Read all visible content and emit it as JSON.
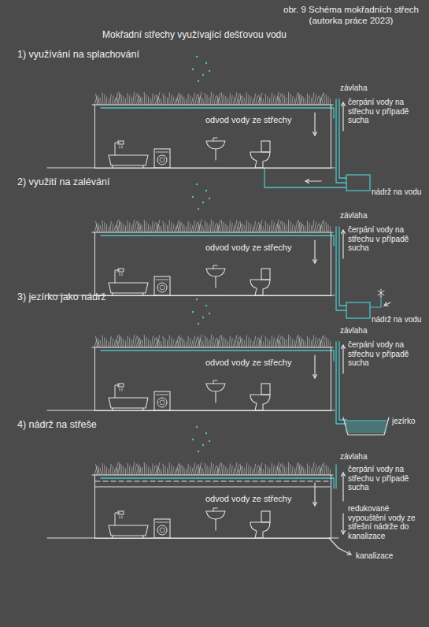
{
  "diagram": {
    "title": "obr. 9 Schéma mokřadních střech (autorka práce 2023)",
    "nodes": [
      {
        "text": [
          "odvod vody ze střechy"
        ]
      },
      {
        "text": [
          "odvod vody ze střechy"
        ]
      },
      {
        "text": [
          "odvod vody ze střechy"
        ]
      },
      {
        "text": [
          "odvod vody ze střechy"
        ]
      }
    ],
    "labels": [
      "Mokřadní střechy využívající dešťovou vodu",
      "1) využívání na splachování",
      "závlaha",
      "čerpání vody na střechu v případě sucha",
      "nádrž na vodu",
      "2) využití na zalévání",
      "závlaha",
      "čerpání vody na střechu v případě sucha",
      "nádrž na vodu",
      "3) jezírko jako nádrž",
      "závlaha",
      "čerpání vody na střechu v případě sucha",
      "jezírko",
      "4) nádrž na střeše",
      "závlaha",
      "čerpání vody na střechu v případě sucha",
      "redukované vypouštění vody ze střešní nádrže do kanalizace",
      "kanalizace"
    ]
  }
}
